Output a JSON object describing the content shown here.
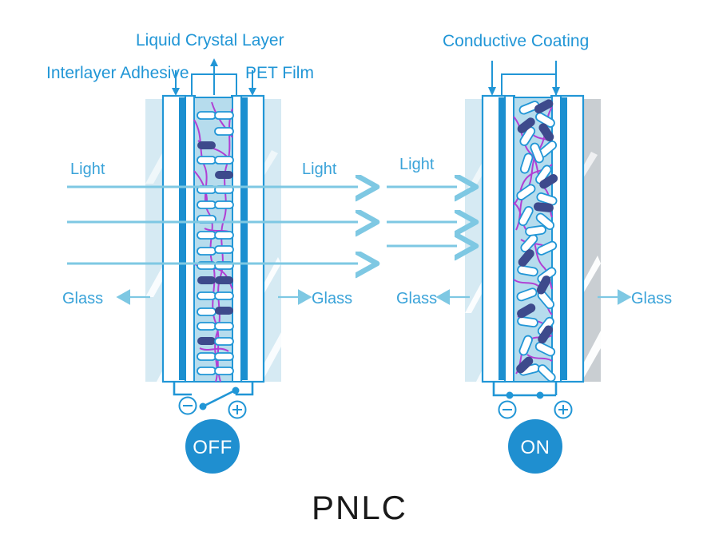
{
  "title": "PNLC",
  "colors": {
    "accent_blue": "#2196d6",
    "light_blue": "#7ec8e3",
    "glass_fill": "#d6eaf3",
    "glass_gray": "#c9ced2",
    "lc_fill": "#b6dced",
    "coating_blue": "#1b8fd0",
    "rod_dark": "#3d4a8c",
    "rod_light": "#ffffff",
    "polymer_purple": "#b03fd4",
    "text_blue": "#2196d6",
    "title_black": "#1a1a1a"
  },
  "labels": {
    "liquid_crystal_layer": "Liquid Crystal Layer",
    "interlayer_adhesive": "Interlayer Adhesive",
    "pet_film": "PET Film",
    "conductive_coating": "Conductive Coating"
  },
  "left_panel": {
    "state": "OFF",
    "light_in": "Light",
    "light_out": "Light",
    "glass_left": "Glass",
    "glass_right": "Glass",
    "minus": "⊖",
    "plus": "⊕",
    "switch_state": "open"
  },
  "right_panel": {
    "state": "ON",
    "light_in": "Light",
    "glass_left": "Glass",
    "glass_right": "Glass",
    "minus": "⊖",
    "plus": "⊕",
    "switch_state": "closed"
  },
  "icons": {
    "minus_terminal": "circle-minus-icon",
    "plus_terminal": "circle-plus-icon",
    "arrow_down": "arrow-down-icon",
    "arrow_up": "arrow-up-icon",
    "arrow_right": "arrow-right-icon",
    "arrow_left": "arrow-left-icon"
  }
}
